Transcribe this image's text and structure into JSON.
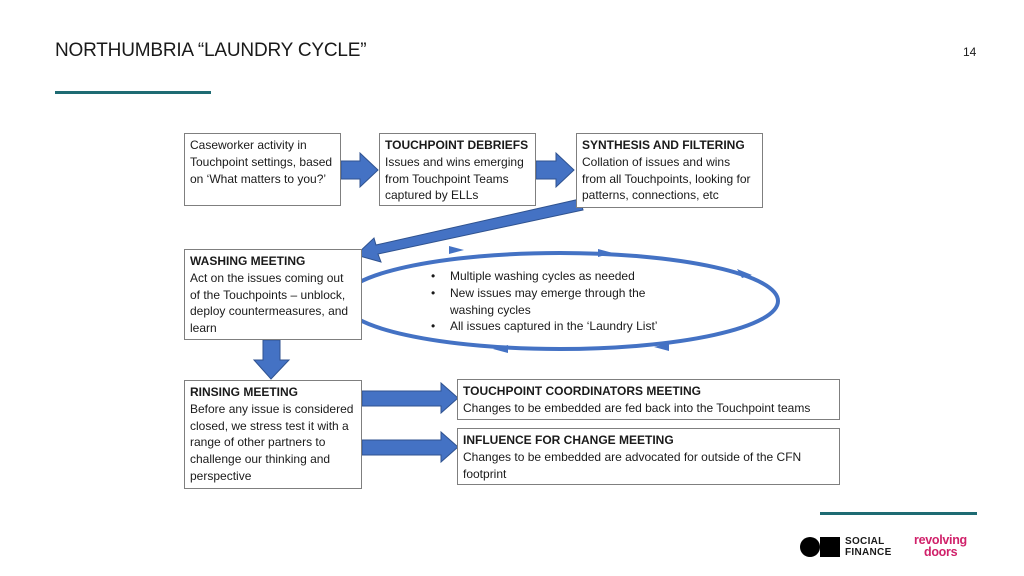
{
  "header": {
    "title": "NORTHUMBRIA “LAUNDRY CYCLE”",
    "page_number": "14"
  },
  "boxes": {
    "caseworker": {
      "body": "Caseworker activity in Touchpoint settings, based on ‘What matters to you?’"
    },
    "debriefs": {
      "heading": "TOUCHPOINT DEBRIEFS",
      "body": "Issues and wins emerging from Touchpoint Teams captured by ELLs"
    },
    "synthesis": {
      "heading": "SYNTHESIS AND FILTERING",
      "body": "Collation of issues and wins from all Touchpoints, looking for patterns, connections, etc"
    },
    "washing": {
      "heading": "WASHING MEETING",
      "body": "Act on the issues coming out of the Touchpoints – unblock, deploy countermeasures, and learn"
    },
    "rinsing": {
      "heading": "RINSING MEETING",
      "body": "Before any issue is considered closed, we stress test it with a range of other partners to challenge our thinking and perspective"
    },
    "coordinators": {
      "heading": "TOUCHPOINT COORDINATORS MEETING",
      "body": "Changes to be embedded are fed back into the Touchpoint teams"
    },
    "influence": {
      "heading": "INFLUENCE FOR CHANGE MEETING",
      "body": "Changes to be embedded are advocated for outside of the CFN footprint"
    }
  },
  "washing_cycle_bullets": [
    "Multiple washing cycles as needed",
    "New issues may emerge through the washing cycles",
    "All issues captured in the ‘Laundry List’"
  ],
  "logos": {
    "social_finance": {
      "line1": "SOCIAL",
      "line2": "FINANCE"
    },
    "revolving_doors": {
      "line1": "revolving",
      "line2": "doors"
    }
  },
  "colors": {
    "arrow_fill": "#4472c4",
    "arrow_stroke": "#2f528f",
    "rule": "#1e6b73",
    "revolving_doors_brand": "#d0216a"
  }
}
